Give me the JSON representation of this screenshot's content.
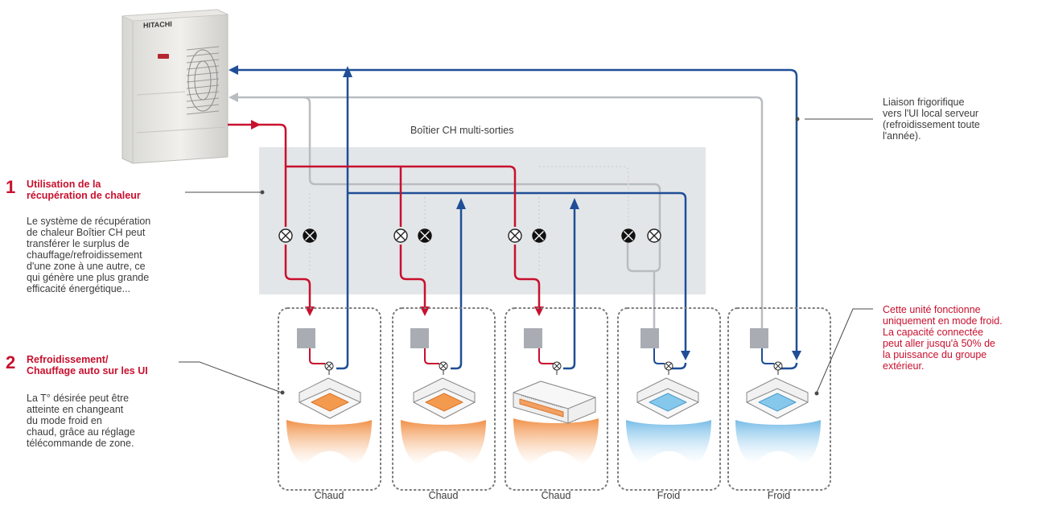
{
  "outdoor_unit": {
    "brand": "HITACHI"
  },
  "box_label": "Boîtier CH multi-sorties",
  "section1": {
    "number": "1",
    "title_line1": "Utilisation de la",
    "title_line2": "récupération de chaleur",
    "body": [
      "Le système de récupération",
      "de chaleur Boîtier CH peut",
      "transférer le surplus de",
      "chauffage/refroidissement",
      "d'une zone à une autre, ce",
      "qui génère une plus grande",
      "efficacité énergétique..."
    ]
  },
  "section2": {
    "number": "2",
    "title_line1": "Refroidissement/",
    "title_line2": "Chauffage auto sur les UI",
    "body": [
      "La T° désirée peut être",
      "atteinte en changeant",
      "du mode froid en",
      "chaud, grâce au réglage",
      "télécommande de zone."
    ]
  },
  "right_note_top": [
    "Liaison frigorifique",
    "vers l'UI local serveur",
    "(refroidissement toute",
    "l'année)."
  ],
  "right_note_red": [
    "Cette unité fonctionne",
    "uniquement en mode froid.",
    "La capacité connectée",
    "peut aller jusqu'à 50% de",
    "la puissance du groupe",
    "extérieur."
  ],
  "zones": [
    {
      "label": "Chaud",
      "mode": "heat"
    },
    {
      "label": "Chaud",
      "mode": "heat"
    },
    {
      "label": "Chaud",
      "mode": "heat"
    },
    {
      "label": "Froid",
      "mode": "cool"
    },
    {
      "label": "Froid",
      "mode": "cool"
    }
  ],
  "colors": {
    "hot": "#c8102e",
    "cold": "#1f4e96",
    "gray": "#b9bcc0",
    "box": "#e3e6e8",
    "heat_air": "#f28a3a",
    "cool_air": "#7fc4e8"
  }
}
